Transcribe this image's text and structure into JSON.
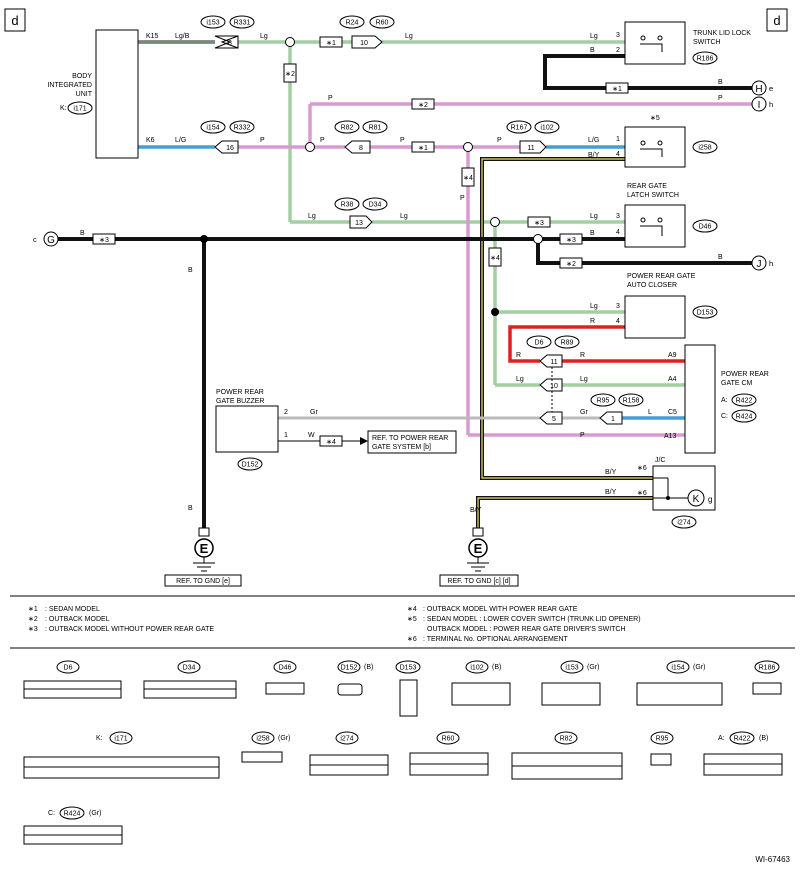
{
  "corner": {
    "left": "d",
    "right": "d"
  },
  "components": {
    "biu": {
      "lines": [
        "BODY",
        "INTEGRATED",
        "UNIT"
      ],
      "k_prefix": "K:",
      "k_conn": "i171"
    },
    "trunk_switch": {
      "lines": [
        "TRUNK LID LOCK",
        "SWITCH"
      ],
      "conn": "R186"
    },
    "i258": {
      "star": "∗5",
      "conn": "i258"
    },
    "latch": {
      "lines": [
        "REAR GATE",
        "LATCH SWITCH"
      ],
      "conn": "D46"
    },
    "closer": {
      "lines": [
        "POWER REAR GATE",
        "AUTO CLOSER"
      ],
      "conn": "D153"
    },
    "cm": {
      "lines": [
        "POWER REAR",
        "GATE CM"
      ],
      "a": "A:",
      "a_conn": "R422",
      "c": "C:",
      "c_conn": "R424"
    },
    "buzzer": {
      "lines": [
        "POWER REAR",
        "GATE BUZZER"
      ],
      "conn": "D152"
    },
    "jc": {
      "label": "J/C",
      "star": "∗6",
      "conn": "i274",
      "k": "K",
      "g": "g"
    }
  },
  "terminals": {
    "biu_k15": "K15",
    "biu_k6": "K6",
    "sw_3": "3",
    "sw_2": "2",
    "i258_1": "1",
    "i258_4": "4",
    "latch_3": "3",
    "latch_4": "4",
    "closer_3": "3",
    "closer_4": "4",
    "cm_a9": "A9",
    "cm_a4": "A4",
    "cm_c5": "C5",
    "cm_a13": "A13",
    "buz_2": "2",
    "buz_1": "1"
  },
  "wires": {
    "lgb": "Lg/B",
    "lg": "Lg",
    "p": "P",
    "b": "B",
    "lgr": "L/G",
    "by": "B/Y",
    "r": "R",
    "gr": "Gr",
    "l": "L",
    "w": "W"
  },
  "connectors": {
    "i153": "i153",
    "r331": "R331",
    "r24": "R24",
    "r60": "R60",
    "i154": "i154",
    "r332": "R332",
    "r82": "R82",
    "r81": "R81",
    "r167": "R167",
    "i102": "i102",
    "r38": "R38",
    "d34": "D34",
    "d6": "D6",
    "r89": "R89",
    "r95": "R95",
    "r158": "R158"
  },
  "pins": {
    "p8a": "8",
    "p10": "10",
    "p16": "16",
    "p8b": "8",
    "p11a": "11",
    "p13": "13",
    "p11b": "11",
    "p10b": "10",
    "p5": "5",
    "p1": "1"
  },
  "stars": {
    "s1": "∗1",
    "s2": "∗2",
    "s3": "∗3",
    "s4": "∗4",
    "s6": "∗6"
  },
  "grounds": {
    "e": "E",
    "ref_left": "REF. TO GND [e]",
    "ref_right": "REF. TO GND [c] [d]"
  },
  "ends": {
    "h_e": "H",
    "h_e_s": "e",
    "i_h": "I",
    "i_h_s": "h",
    "j_h": "J",
    "j_h_s": "h",
    "g_c": "G",
    "g_c_s": "c"
  },
  "ref_system": [
    "REF. TO POWER REAR",
    "GATE SYSTEM [b]"
  ],
  "notes": {
    "n1": ": SEDAN MODEL",
    "n2": ": OUTBACK MODEL",
    "n3": ": OUTBACK MODEL WITHOUT POWER REAR GATE",
    "n4": ": OUTBACK MODEL WITH POWER REAR GATE",
    "n5a": ": SEDAN MODEL : LOWER COVER SWITCH (TRUNK LID OPENER)",
    "n5b": "OUTBACK MODEL  : POWER REAR GATE DRIVER'S SWITCH",
    "n6": ": TERMINAL No. OPTIONAL ARRANGEMENT",
    "s5": "∗5"
  },
  "connector_views": {
    "d6": "D6",
    "d34": "D34",
    "d46": "D46",
    "d152": "D152",
    "d152_s": "(B)",
    "d153": "D153",
    "i102": "i102",
    "i102_s": "(B)",
    "i153": "i153",
    "i153_s": "(Gr)",
    "i154": "i154",
    "i154_s": "(Gr)",
    "r186": "R186",
    "k_i171": "K:",
    "i171": "i171",
    "i258": "i258",
    "i258_s": "(Gr)",
    "i274": "i274",
    "r60": "R60",
    "r82": "R82",
    "r95": "R95",
    "a_r422": "A:",
    "r422": "R422",
    "r422_s": "(B)",
    "c_r424": "C:",
    "r424": "R424",
    "r424_s": "(Gr)"
  },
  "figure_id": "WI-67463"
}
